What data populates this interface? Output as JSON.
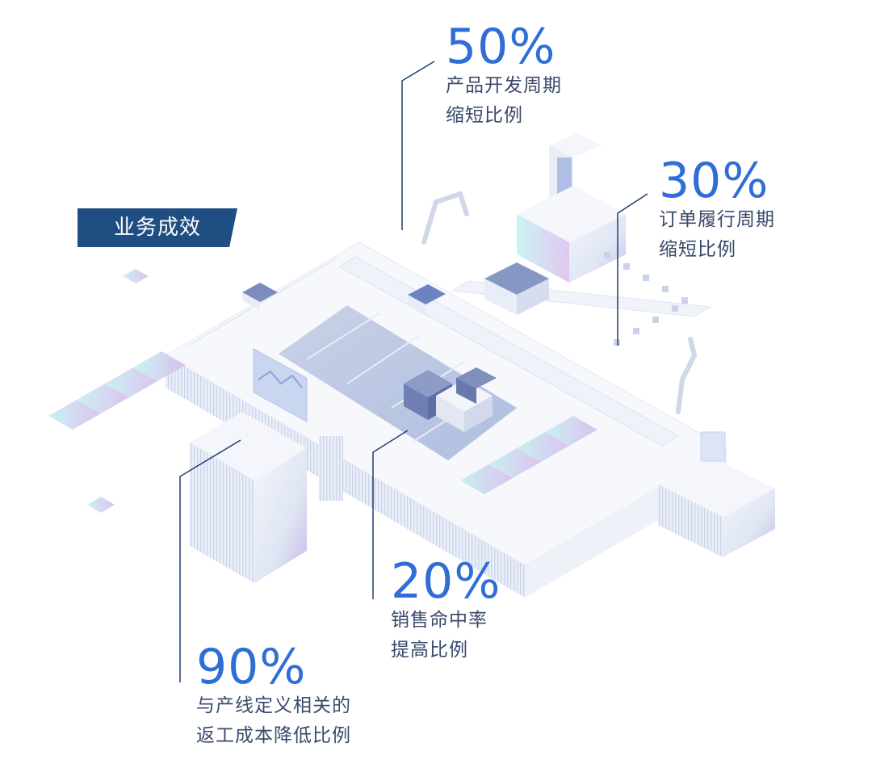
{
  "badge": {
    "label": "业务成效"
  },
  "stats": [
    {
      "value": "50%",
      "lines": [
        "产品开发周期",
        "缩短比例"
      ]
    },
    {
      "value": "30%",
      "lines": [
        "订单履行周期",
        "缩短比例"
      ]
    },
    {
      "value": "20%",
      "lines": [
        "销售命中率",
        "提高比例"
      ]
    },
    {
      "value": "90%",
      "lines": [
        "与产线定义相关的",
        "返工成本降低比例"
      ]
    }
  ],
  "colors": {
    "accent_blue": "#2f6ed6",
    "badge_navy": "#1f4e83",
    "label_text": "#3a4a6a",
    "leader_line": "#1f3f6e"
  }
}
